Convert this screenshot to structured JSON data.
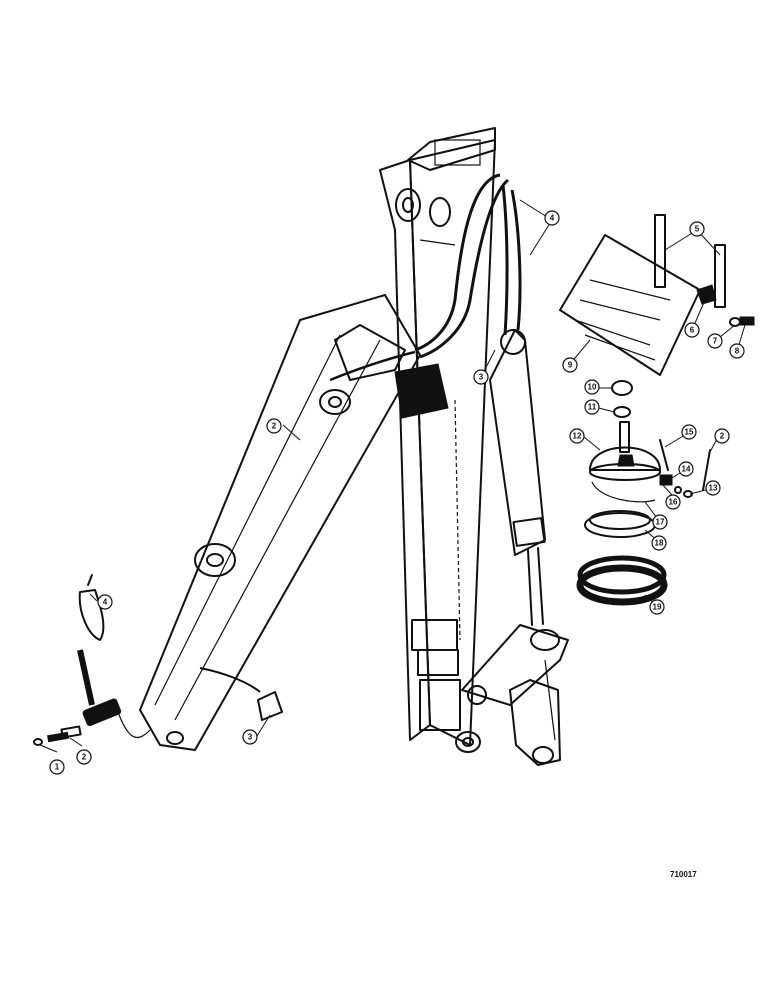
{
  "figure_ref": "710017",
  "callouts": [
    {
      "id": "c1-hose-fitting-bottom",
      "label": "1"
    },
    {
      "id": "c2-connector-bottom",
      "label": "2"
    },
    {
      "id": "c3-clamp-bottom",
      "label": "3"
    },
    {
      "id": "c4-loop-hose",
      "label": "4"
    },
    {
      "id": "c2-dipper-hose",
      "label": "2"
    },
    {
      "id": "c3-boom-clamp",
      "label": "3"
    },
    {
      "id": "c4-boom-hoses",
      "label": "4"
    },
    {
      "id": "c5-bracket-studs",
      "label": "5"
    },
    {
      "id": "c6-elbow",
      "label": "6"
    },
    {
      "id": "c7-washer",
      "label": "7"
    },
    {
      "id": "c8-bolt",
      "label": "8"
    },
    {
      "id": "c9-guard-plate",
      "label": "9"
    },
    {
      "id": "c10-nut",
      "label": "10"
    },
    {
      "id": "c11-washer",
      "label": "11"
    },
    {
      "id": "c12-dome-housing",
      "label": "12"
    },
    {
      "id": "c15-cotter-pin",
      "label": "15"
    },
    {
      "id": "c2-hose-right",
      "label": "2"
    },
    {
      "id": "c14-spring",
      "label": "14"
    },
    {
      "id": "c13-screw",
      "label": "13"
    },
    {
      "id": "c16-fitting",
      "label": "16"
    },
    {
      "id": "c17-wire",
      "label": "17"
    },
    {
      "id": "c18-plate",
      "label": "18"
    },
    {
      "id": "c19-seal-ring",
      "label": "19"
    }
  ]
}
